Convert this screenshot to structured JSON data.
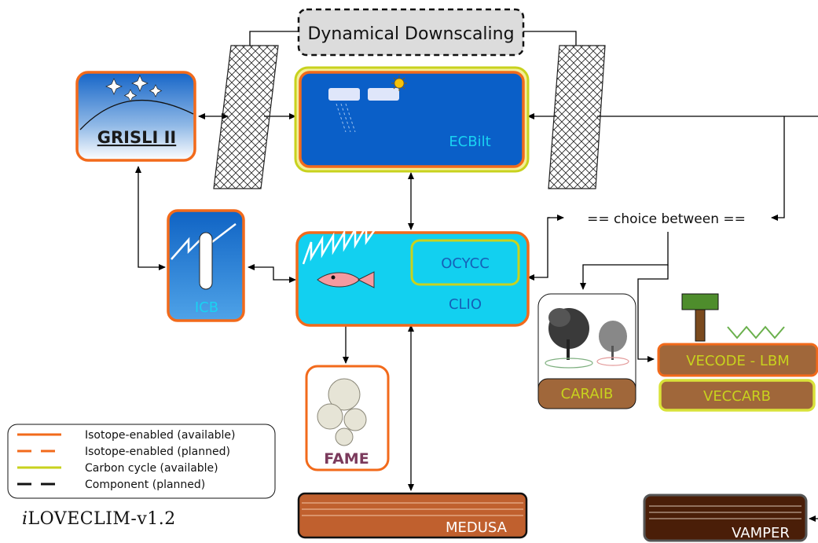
{
  "boxes": {
    "downscaling": "Dynamical Downscaling",
    "grisli": "GRISLI II",
    "ecbilt": "ECBilt",
    "icb": "ICB",
    "ocycc": "OCYCC",
    "clio": "CLIO",
    "choice": "== choice between ==",
    "caraib": "CARAIB",
    "vecode": "VECODE - LBM",
    "veccarb": "VECCARB",
    "fame": "FAME",
    "medusa": "MEDUSA",
    "vamper": "VAMPER"
  },
  "legend": [
    {
      "label": "Isotope-enabled (available)",
      "color": "#f26a1b",
      "style": "solid"
    },
    {
      "label": "Isotope-enabled (planned)",
      "color": "#f26a1b",
      "style": "dashed"
    },
    {
      "label": "Carbon cycle (available)",
      "color": "#c8d21e",
      "style": "solid"
    },
    {
      "label": "Component (planned)",
      "color": "#111111",
      "style": "dashed"
    }
  ],
  "title": {
    "prefix": "i",
    "main": "LOVECLIM-v1.2"
  },
  "colors": {
    "isotope": "#f26a1b",
    "carbon": "#c8d21e",
    "ecbilt_fill": "#0a5fc8",
    "clio_fill": "#12d0f0",
    "ice_fill": "#1a78d8",
    "soil_fill": "#a0673a",
    "sediment_fill": "#c0602e",
    "vamper_fill": "#4a1e08"
  }
}
